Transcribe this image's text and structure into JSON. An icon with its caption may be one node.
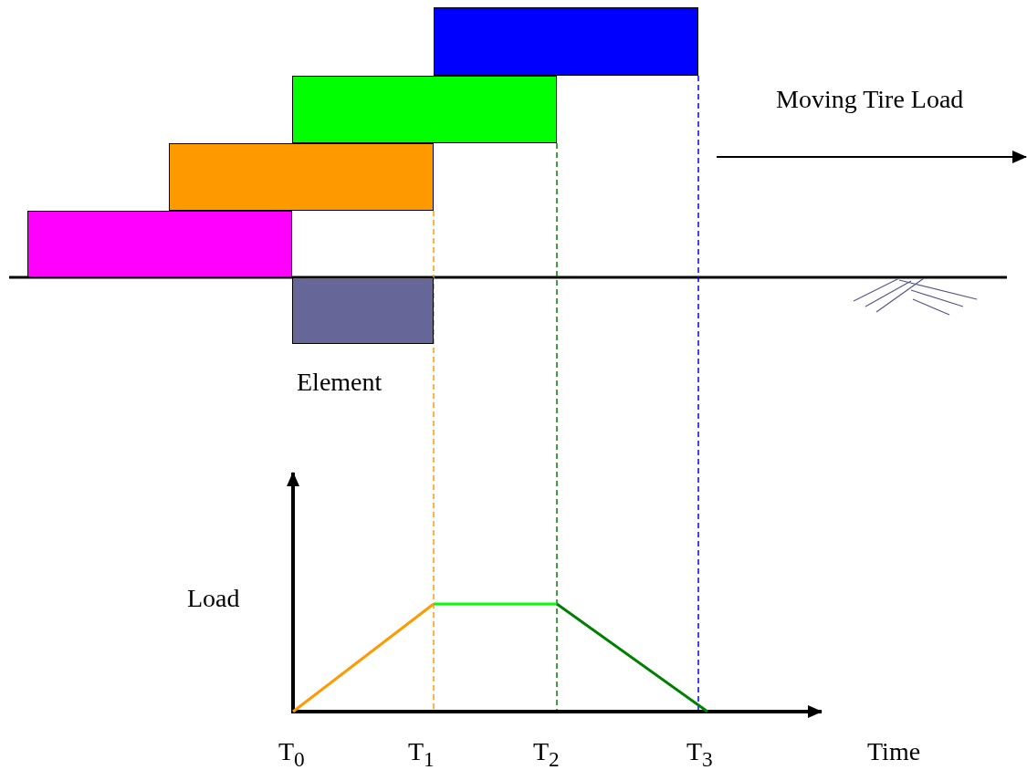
{
  "diagram": {
    "nodes": [
      {
        "text": [],
        "shape": "box"
      },
      {
        "text": [],
        "shape": "box"
      },
      {
        "text": [],
        "shape": "box"
      },
      {
        "text": [],
        "shape": "box"
      },
      {
        "text": [
          "Element"
        ]
      }
    ],
    "edges": [],
    "labels": [
      "Moving Tire Load",
      "Load",
      "T$_{0}$",
      "T$_{1}$",
      "T$_{2}$",
      "T$_{3}$",
      "Time"
    ]
  }
}
